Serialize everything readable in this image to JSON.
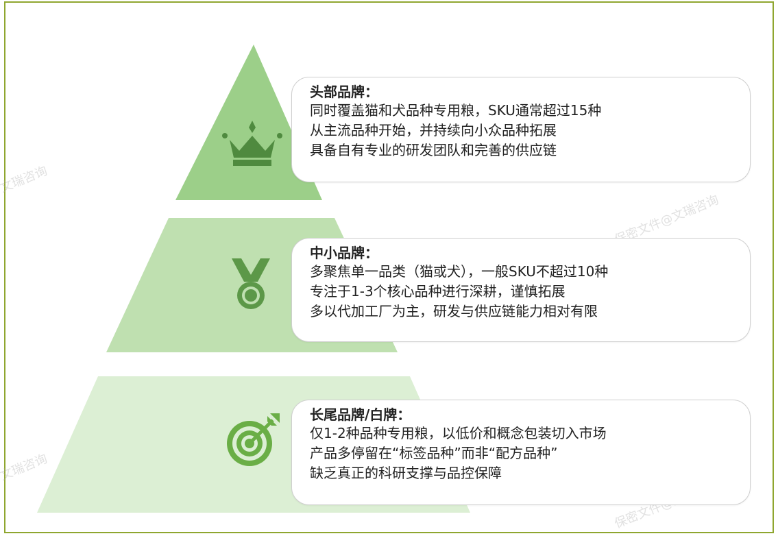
{
  "colors": {
    "border": "#8fa62f",
    "tier_top": "#9ccf89",
    "tier_mid": "#bfe0b0",
    "tier_bottom": "#dcefd4",
    "icon_top": "#4f8a3f",
    "icon_mid": "#5c9848",
    "icon_bottom": "#6aae46"
  },
  "tiers": [
    {
      "icon": "crown-icon",
      "title": "头部品牌：",
      "lines": [
        "同时覆盖猫和犬品种专用粮，SKU通常超过15种",
        "从主流品种开始，并持续向小众品种拓展",
        "具备自有专业的研发团队和完善的供应链"
      ]
    },
    {
      "icon": "medal-icon",
      "title": "中小品牌：",
      "lines": [
        "多聚焦单一品类（猫或犬），一般SKU不超过10种",
        "专注于1-3个核心品种进行深耕，谨慎拓展",
        "多以代加工厂为主，研发与供应链能力相对有限"
      ]
    },
    {
      "icon": "target-icon",
      "title": "长尾品牌/白牌：",
      "lines": [
        "仅1-2种品种专用粮，以低价和概念包装切入市场",
        "产品多停留在“标签品种”而非“配方品种”",
        "缺乏真正的科研支撑与品控保障"
      ]
    }
  ],
  "watermarks": [
    "文瑞咨询",
    "保密文件@文瑞咨询",
    "文瑞咨询",
    "保密文件@文瑞咨询"
  ]
}
